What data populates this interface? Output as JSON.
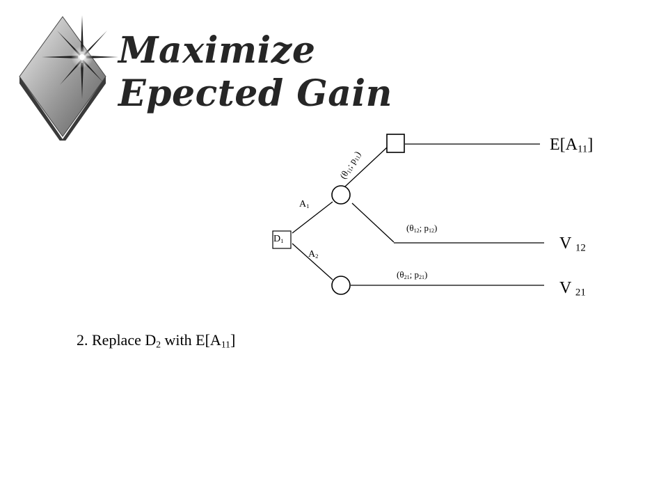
{
  "title": {
    "line1": "Maximize",
    "line2": "Epected Gain"
  },
  "tree": {
    "root": {
      "letter": "D",
      "sub": "1"
    },
    "branch_upper": {
      "letter": "A",
      "sub": "1"
    },
    "branch_lower": {
      "letter": "A",
      "sub": "2"
    },
    "outcome_11": {
      "open": "(θ",
      "sub1": "11",
      "mid": "; p",
      "sub2": "11",
      "close": ")"
    },
    "outcome_12": {
      "open": "(θ",
      "sub1": "12",
      "mid": "; p",
      "sub2": "12",
      "close": ")"
    },
    "outcome_21": {
      "open": "(θ",
      "sub1": "21",
      "mid": "; p",
      "sub2": "21",
      "close": ")"
    },
    "value_top": {
      "prefix": "E[A",
      "sub": "11",
      "suffix": "]"
    },
    "value_mid": {
      "letter": "V",
      "sub": "12"
    },
    "value_bot": {
      "letter": "V",
      "sub": "21"
    }
  },
  "caption": {
    "text1": "2.  Replace D",
    "sub1": "2",
    "text2": " with E[A",
    "sub2": "11",
    "text3": "]"
  },
  "colors": {
    "logo_dark": "#333333",
    "logo_mid": "#8c8c8c",
    "logo_light": "#e6e6e6",
    "title": "#262626"
  }
}
